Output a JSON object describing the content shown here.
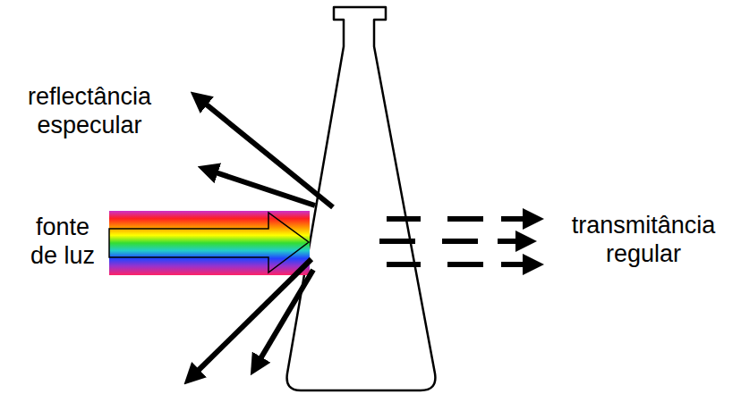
{
  "diagram": {
    "labels": [
      "reflectância especular",
      "fonte de luz",
      "transmitância regular"
    ]
  }
}
